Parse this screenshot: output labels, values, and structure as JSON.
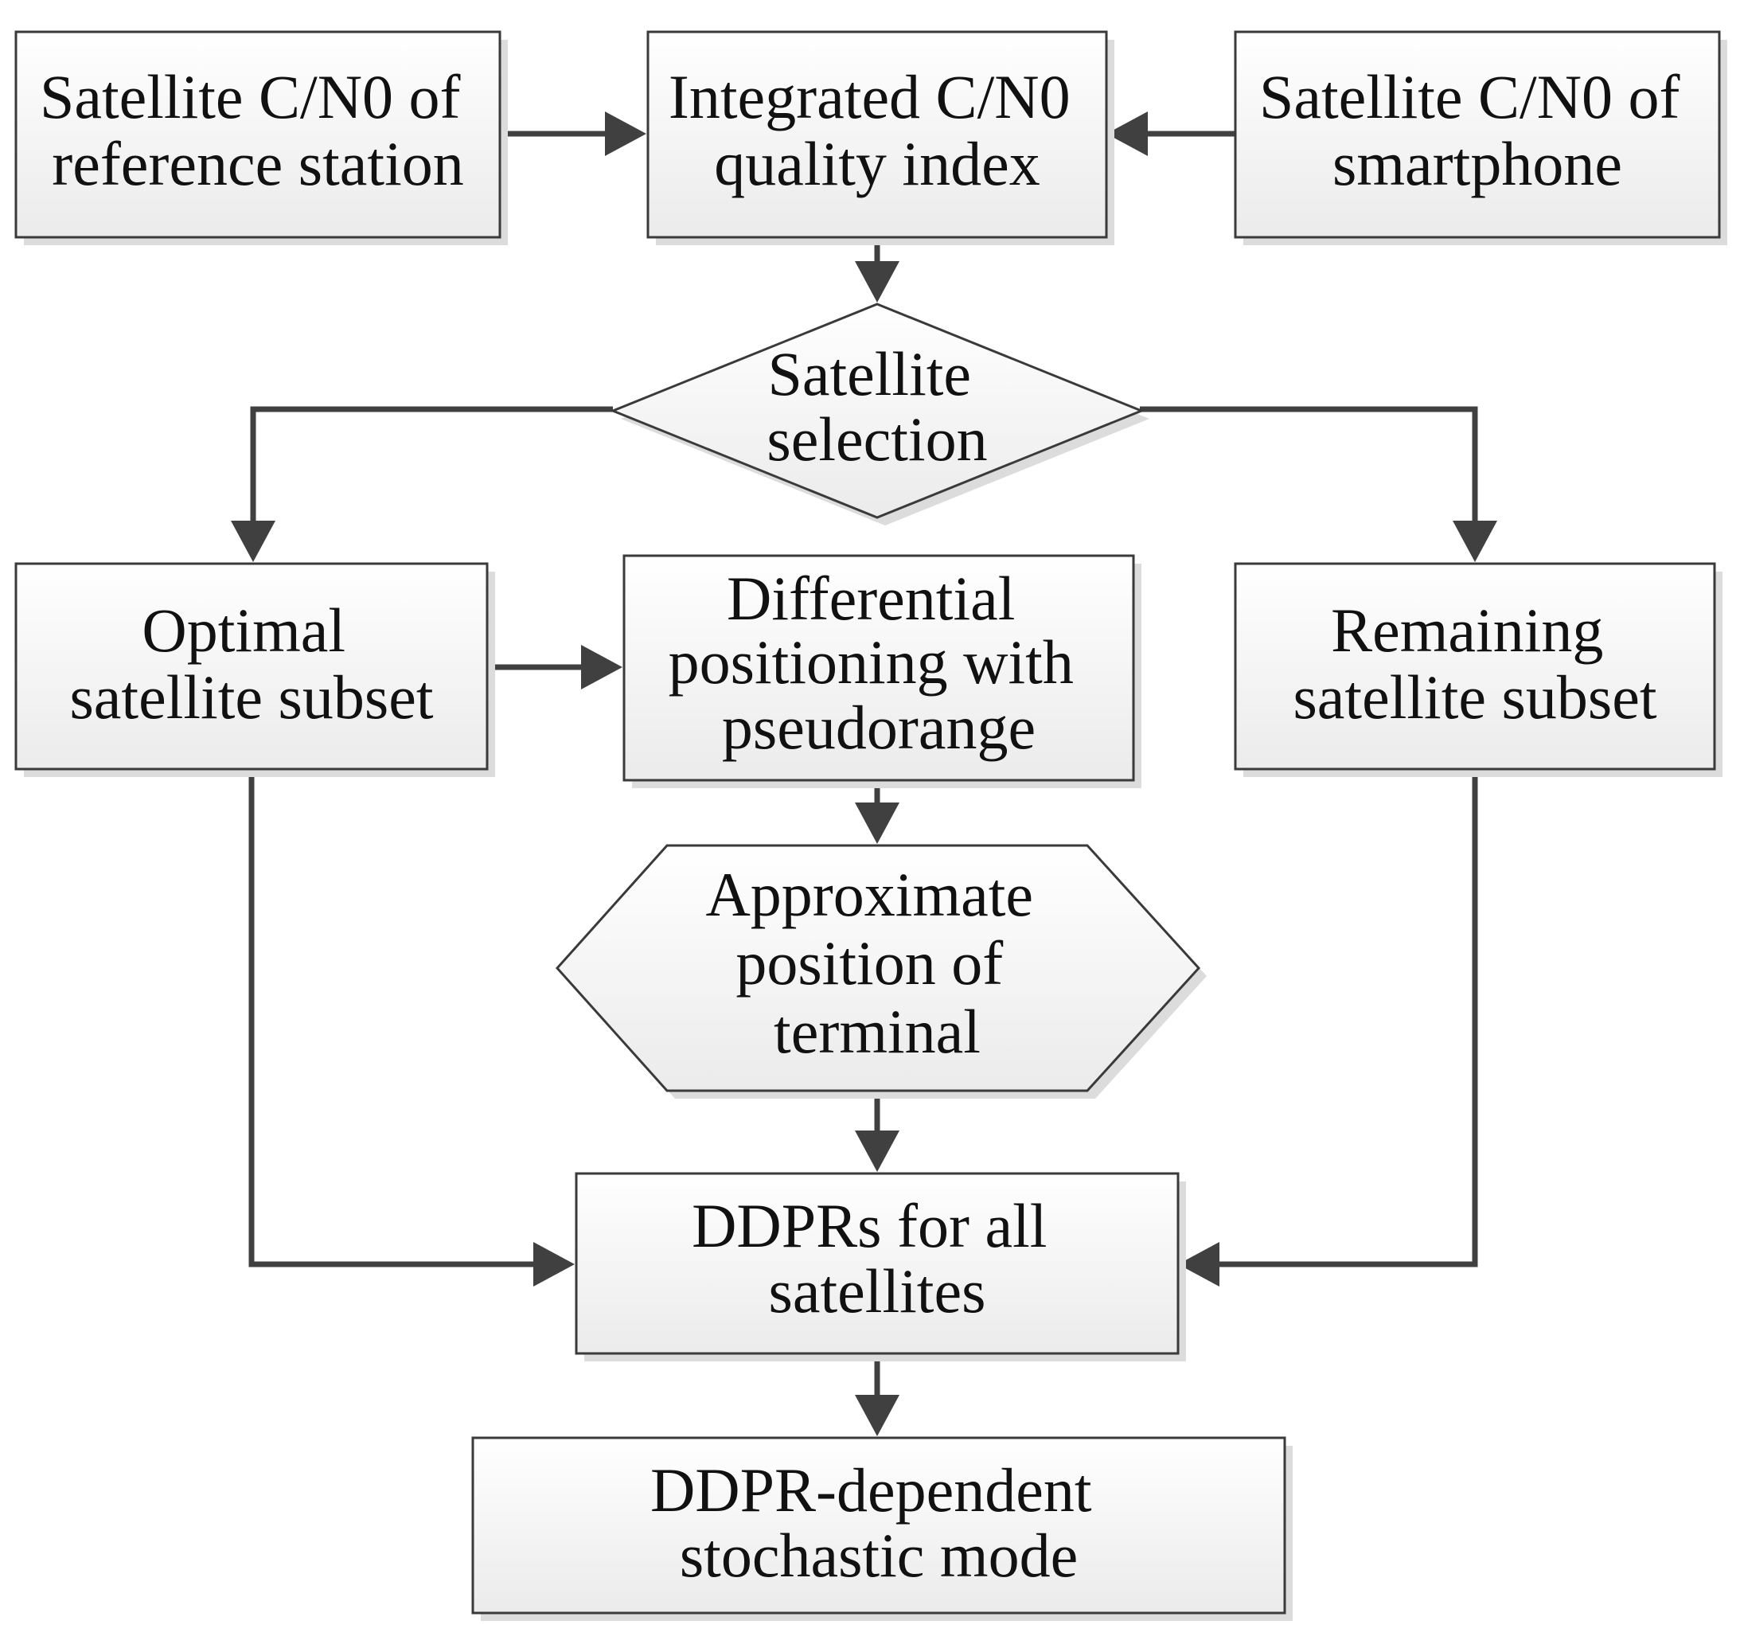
{
  "diagram": {
    "nodes": {
      "ref_station": {
        "lines": [
          "Satellite C/N0 of",
          "reference station"
        ]
      },
      "quality_index": {
        "lines": [
          "Integrated C/N0",
          "quality index"
        ]
      },
      "smartphone": {
        "lines": [
          "Satellite C/N0 of",
          "smartphone"
        ]
      },
      "selection": {
        "lines": [
          "Satellite",
          "selection"
        ]
      },
      "optimal_subset": {
        "lines": [
          "Optimal",
          "satellite subset"
        ]
      },
      "differential": {
        "lines": [
          "Differential",
          "positioning with",
          "pseudorange"
        ]
      },
      "remaining_subset": {
        "lines": [
          "Remaining",
          "satellite subset"
        ]
      },
      "approx_position": {
        "lines": [
          "Approximate",
          "position of",
          "terminal"
        ]
      },
      "ddprs": {
        "lines": [
          "DDPRs for all",
          "satellites"
        ]
      },
      "stochastic": {
        "lines": [
          "DDPR-dependent",
          "stochastic mode"
        ]
      }
    }
  },
  "colors": {
    "box_fill_top": "#ffffff",
    "box_fill_bottom": "#ececec",
    "stroke": "#3a3a3a",
    "arrow": "#404040",
    "text": "#111111"
  }
}
